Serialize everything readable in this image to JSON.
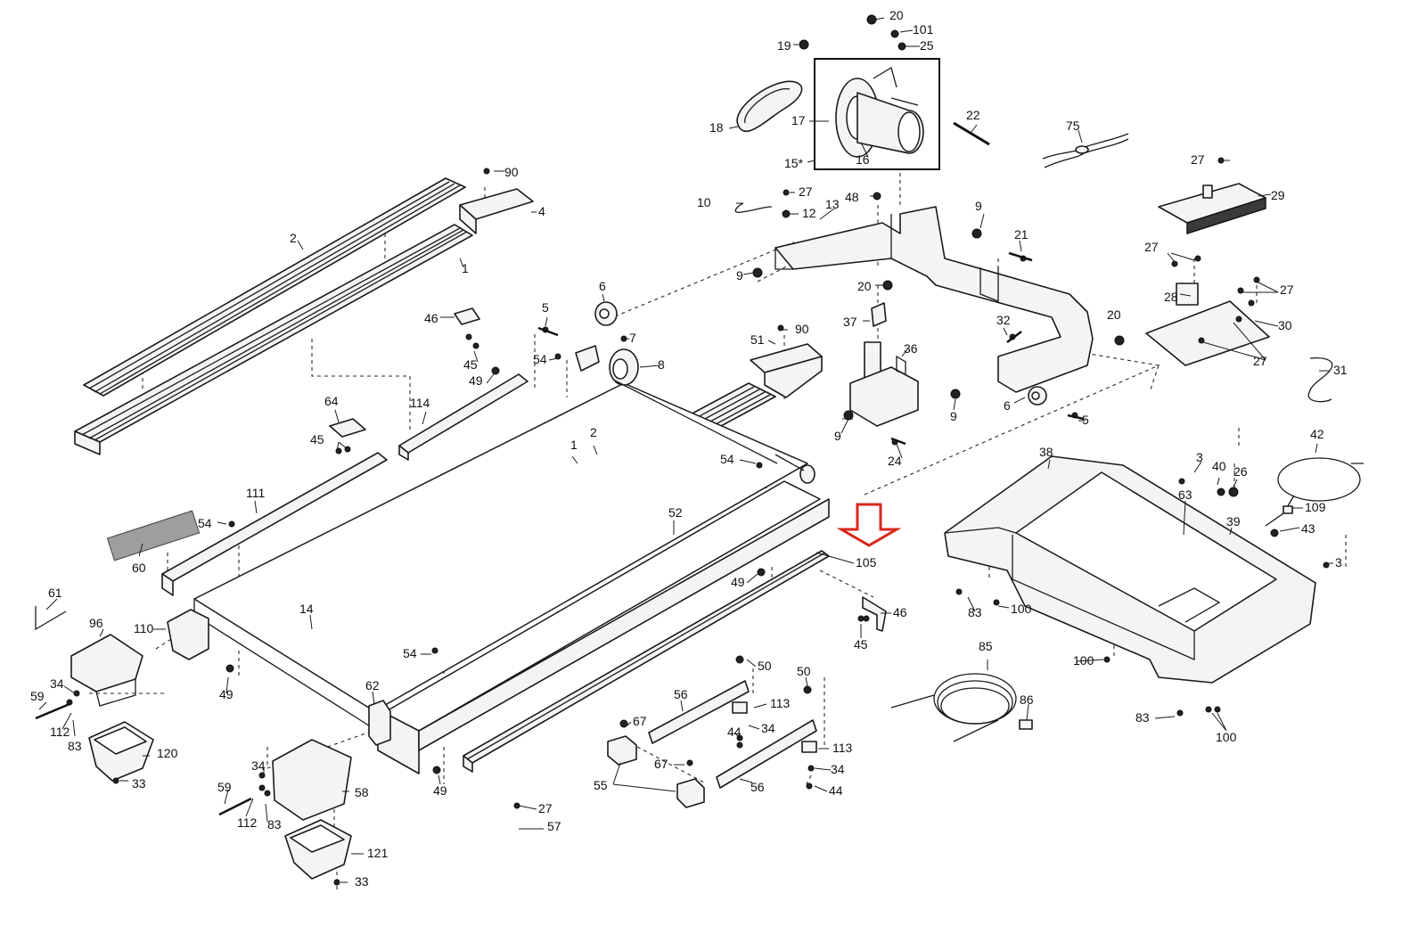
{
  "colors": {
    "line": "#1a1a1a",
    "arrow": "#d9261c",
    "label_strip": "#9e9e9e",
    "background": "#ffffff"
  },
  "callouts": [
    {
      "id": "c20a",
      "text": "20"
    },
    {
      "id": "c101",
      "text": "101"
    },
    {
      "id": "c25",
      "text": "25"
    },
    {
      "id": "c19",
      "text": "19"
    },
    {
      "id": "c18",
      "text": "18"
    },
    {
      "id": "c17",
      "text": "17"
    },
    {
      "id": "c15",
      "text": "15*"
    },
    {
      "id": "c16",
      "text": "16"
    },
    {
      "id": "c22",
      "text": "22"
    },
    {
      "id": "c75",
      "text": "75"
    },
    {
      "id": "c27a",
      "text": "27"
    },
    {
      "id": "c29",
      "text": "29"
    },
    {
      "id": "c90a",
      "text": "90"
    },
    {
      "id": "c4",
      "text": "4"
    },
    {
      "id": "c2a",
      "text": "2"
    },
    {
      "id": "c1a",
      "text": "1"
    },
    {
      "id": "c10",
      "text": "10"
    },
    {
      "id": "c27b",
      "text": "27"
    },
    {
      "id": "c12",
      "text": "12"
    },
    {
      "id": "c13",
      "text": "13"
    },
    {
      "id": "c48",
      "text": "48"
    },
    {
      "id": "c9a",
      "text": "9"
    },
    {
      "id": "c21",
      "text": "21"
    },
    {
      "id": "c9b",
      "text": "9"
    },
    {
      "id": "c20b",
      "text": "20"
    },
    {
      "id": "c27c",
      "text": "27"
    },
    {
      "id": "c28",
      "text": "28"
    },
    {
      "id": "c27d",
      "text": "27"
    },
    {
      "id": "c30",
      "text": "30"
    },
    {
      "id": "c27e",
      "text": "27"
    },
    {
      "id": "c6a",
      "text": "6"
    },
    {
      "id": "c46a",
      "text": "46"
    },
    {
      "id": "c5a",
      "text": "5"
    },
    {
      "id": "c7",
      "text": "7"
    },
    {
      "id": "c45a",
      "text": "45"
    },
    {
      "id": "c54a",
      "text": "54"
    },
    {
      "id": "c8",
      "text": "8"
    },
    {
      "id": "c49a",
      "text": "49"
    },
    {
      "id": "c37",
      "text": "37"
    },
    {
      "id": "c32",
      "text": "32"
    },
    {
      "id": "c20c",
      "text": "20"
    },
    {
      "id": "c51",
      "text": "51"
    },
    {
      "id": "c90b",
      "text": "90"
    },
    {
      "id": "c36",
      "text": "36"
    },
    {
      "id": "c31",
      "text": "31"
    },
    {
      "id": "c64",
      "text": "64"
    },
    {
      "id": "c114",
      "text": "114"
    },
    {
      "id": "c45b",
      "text": "45"
    },
    {
      "id": "c9c",
      "text": "9"
    },
    {
      "id": "c6b",
      "text": "6"
    },
    {
      "id": "c9d",
      "text": "9"
    },
    {
      "id": "c5b",
      "text": "5"
    },
    {
      "id": "c24",
      "text": "24"
    },
    {
      "id": "c1b",
      "text": "1"
    },
    {
      "id": "c2b",
      "text": "2"
    },
    {
      "id": "c54b",
      "text": "54"
    },
    {
      "id": "c38",
      "text": "38"
    },
    {
      "id": "c3a",
      "text": "3"
    },
    {
      "id": "c40",
      "text": "40"
    },
    {
      "id": "c26",
      "text": "26"
    },
    {
      "id": "c42",
      "text": "42"
    },
    {
      "id": "c111",
      "text": "111"
    },
    {
      "id": "c52",
      "text": "52"
    },
    {
      "id": "c63",
      "text": "63"
    },
    {
      "id": "c109",
      "text": "109"
    },
    {
      "id": "c39",
      "text": "39"
    },
    {
      "id": "c43",
      "text": "43"
    },
    {
      "id": "c54c",
      "text": "54"
    },
    {
      "id": "c60",
      "text": "60"
    },
    {
      "id": "c105",
      "text": "105"
    },
    {
      "id": "c3b",
      "text": "3"
    },
    {
      "id": "c49b",
      "text": "49"
    },
    {
      "id": "c61",
      "text": "61"
    },
    {
      "id": "c14",
      "text": "14"
    },
    {
      "id": "c46b",
      "text": "46"
    },
    {
      "id": "c83a",
      "text": "83"
    },
    {
      "id": "c100a",
      "text": "100"
    },
    {
      "id": "c96",
      "text": "96"
    },
    {
      "id": "c110",
      "text": "110"
    },
    {
      "id": "c45c",
      "text": "45"
    },
    {
      "id": "c85",
      "text": "85"
    },
    {
      "id": "c54d",
      "text": "54"
    },
    {
      "id": "c50a",
      "text": "50"
    },
    {
      "id": "c100b",
      "text": "100"
    },
    {
      "id": "c50b",
      "text": "50"
    },
    {
      "id": "c49c",
      "text": "49"
    },
    {
      "id": "c34a",
      "text": "34"
    },
    {
      "id": "c62",
      "text": "62"
    },
    {
      "id": "c56a",
      "text": "56"
    },
    {
      "id": "c113a",
      "text": "113"
    },
    {
      "id": "c86",
      "text": "86"
    },
    {
      "id": "c59a",
      "text": "59"
    },
    {
      "id": "c112a",
      "text": "112"
    },
    {
      "id": "c83b",
      "text": "83"
    },
    {
      "id": "c67a",
      "text": "67"
    },
    {
      "id": "c44a",
      "text": "44"
    },
    {
      "id": "c34b",
      "text": "34"
    },
    {
      "id": "c83c",
      "text": "83"
    },
    {
      "id": "c100c",
      "text": "100"
    },
    {
      "id": "c120",
      "text": "120"
    },
    {
      "id": "c113b",
      "text": "113"
    },
    {
      "id": "c34c",
      "text": "34"
    },
    {
      "id": "c33a",
      "text": "33"
    },
    {
      "id": "c34d",
      "text": "34"
    },
    {
      "id": "c67b",
      "text": "67"
    },
    {
      "id": "c55",
      "text": "55"
    },
    {
      "id": "c56b",
      "text": "56"
    },
    {
      "id": "c44b",
      "text": "44"
    },
    {
      "id": "c59b",
      "text": "59"
    },
    {
      "id": "c58",
      "text": "58"
    },
    {
      "id": "c49d",
      "text": "49"
    },
    {
      "id": "c112b",
      "text": "112"
    },
    {
      "id": "c83d",
      "text": "83"
    },
    {
      "id": "c27f",
      "text": "27"
    },
    {
      "id": "c57",
      "text": "57"
    },
    {
      "id": "c121",
      "text": "121"
    },
    {
      "id": "c33b",
      "text": "33"
    }
  ]
}
